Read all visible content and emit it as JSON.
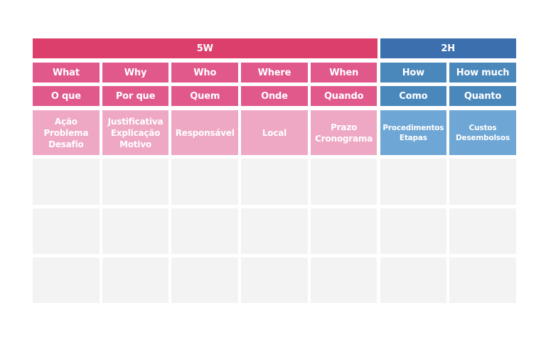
{
  "colors": {
    "group_5w": "#dc3f6c",
    "group_2h": "#3b6fae",
    "header_5w": "#e1588a",
    "header_2h": "#4a87bb",
    "desc_5w": "#eea8c4",
    "desc_2h": "#6ea6d5",
    "empty": "#f3f3f3"
  },
  "groups": [
    {
      "label": "5W",
      "type": "5w"
    },
    {
      "label": "2H",
      "type": "2h"
    }
  ],
  "columns": [
    {
      "en": "What",
      "pt": "O que",
      "desc": "Ação\nProblema\nDesafio",
      "type": "5w"
    },
    {
      "en": "Why",
      "pt": "Por que",
      "desc": "Justificativa\nExplicação\nMotivo",
      "type": "5w"
    },
    {
      "en": "Who",
      "pt": "Quem",
      "desc": "Responsável",
      "type": "5w"
    },
    {
      "en": "Where",
      "pt": "Onde",
      "desc": "Local",
      "type": "5w"
    },
    {
      "en": "When",
      "pt": "Quando",
      "desc": "Prazo\nCronograma",
      "type": "5w"
    },
    {
      "en": "How",
      "pt": "Como",
      "desc": "Procedimentos\nEtapas",
      "type": "2h"
    },
    {
      "en": "How much",
      "pt": "Quanto",
      "desc": "Custos\nDesembolsos",
      "type": "2h"
    }
  ],
  "empty_rows": 3
}
